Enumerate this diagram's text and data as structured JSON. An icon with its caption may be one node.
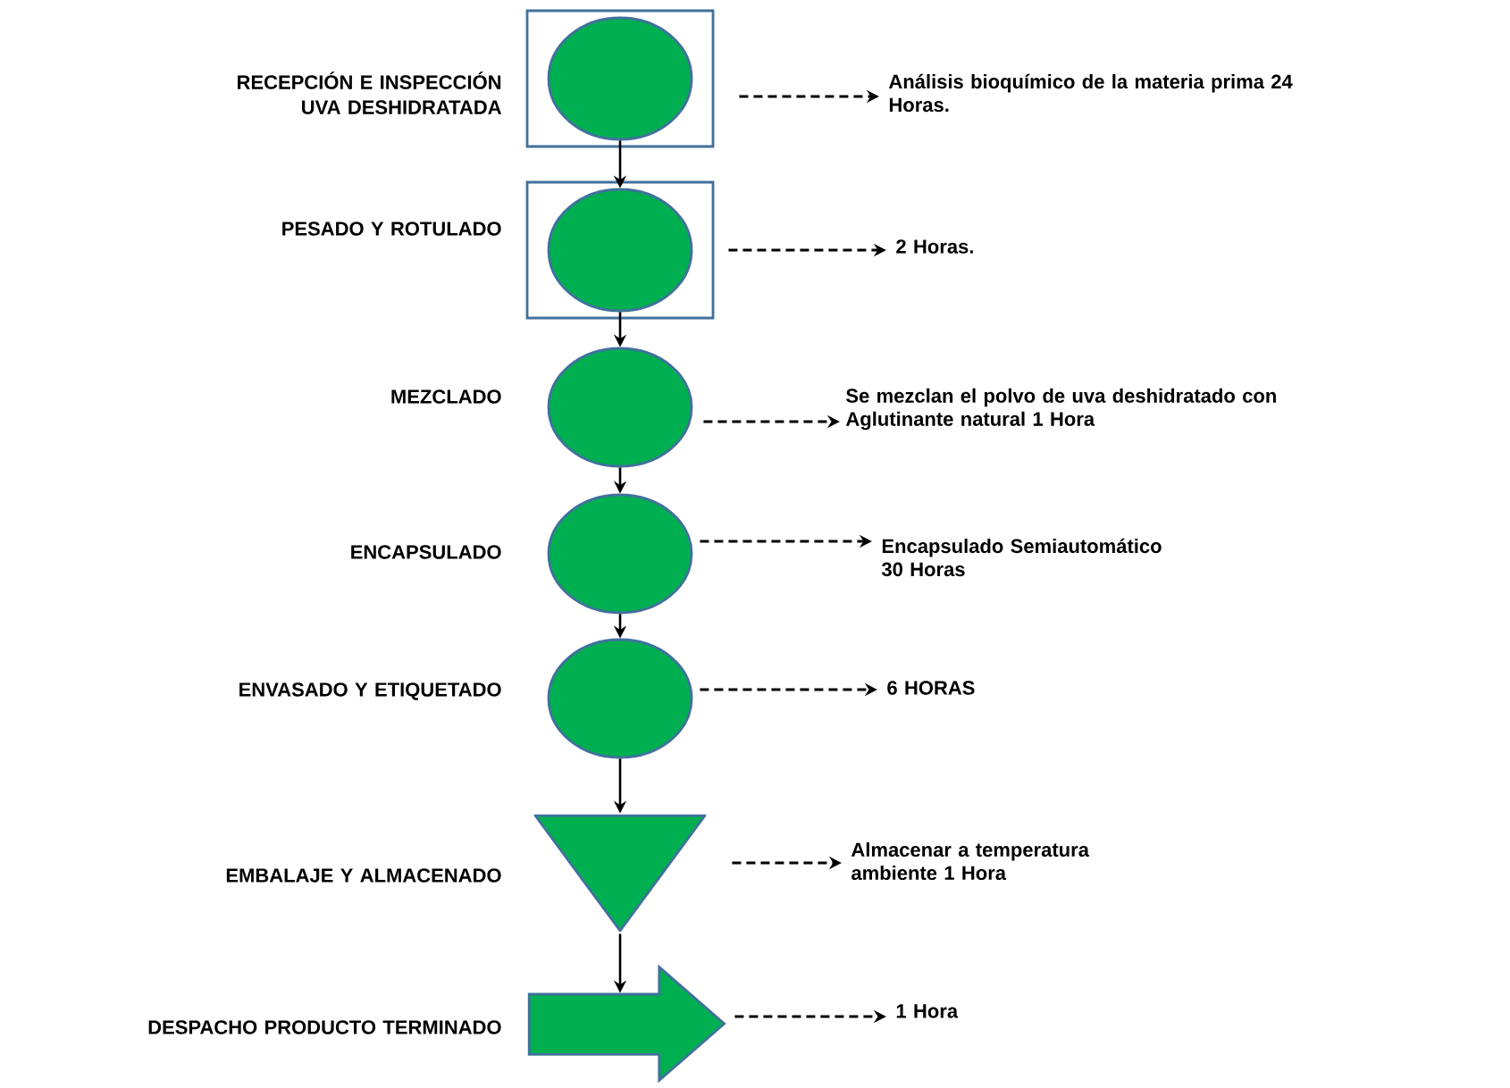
{
  "diagram": {
    "nodes": [
      {
        "text": [],
        "shape": "box",
        "beside": [
          "RECEPCIÓN E INSPECCIÓN UVA DESHIDRATADA"
        ]
      },
      {
        "text": [],
        "shape": "circle",
        "in": 0
      },
      {
        "text": [],
        "shape": "box",
        "beside": [
          "PESADO Y ROTULADO"
        ]
      },
      {
        "text": [],
        "shape": "circle",
        "in": 2
      },
      {
        "text": [],
        "shape": "circle",
        "beside": [
          "MEZCLADO"
        ]
      },
      {
        "text": [],
        "shape": "circle",
        "beside": [
          "ENCAPSULADO"
        ]
      },
      {
        "text": [],
        "shape": "circle",
        "beside": [
          "ENVASADO Y ETIQUETADO"
        ]
      },
      {
        "text": [],
        "shape": "triangle",
        "beside": [
          "EMBALAJE Y ALMACENADO"
        ]
      },
      {
        "text": [],
        "shape": "arrow",
        "beside": [
          "DESPACHO PRODUCTO TERMINADO"
        ]
      },
      {
        "text": [
          "Análisis bioquímico de la materia prima 24 Horas."
        ]
      },
      {
        "text": [
          "2 Horas."
        ]
      },
      {
        "text": [
          "Se mezclan el polvo de uva deshidratado con Aglutinante natural 1 Hora"
        ]
      },
      {
        "text": [
          "Encapsulado Semiautomático 30 Horas"
        ]
      },
      {
        "text": [
          "6 HORAS"
        ]
      },
      {
        "text": [
          "Almacenar a temperatura ambiente 1 Hora"
        ]
      },
      {
        "text": [
          "1 Hora"
        ]
      }
    ],
    "edges": [
      {
        "from": 1,
        "to": 3,
        "arrow": "to"
      },
      {
        "from": 3,
        "to": 4,
        "arrow": "to"
      },
      {
        "from": 4,
        "to": 5,
        "arrow": "to"
      },
      {
        "from": 5,
        "to": 6,
        "arrow": "to"
      },
      {
        "from": 6,
        "to": 7,
        "arrow": "to"
      },
      {
        "from": 7,
        "to": 8,
        "arrow": "to"
      },
      {
        "from": 0,
        "to": 9,
        "arrow": "to",
        "style": "dashed"
      },
      {
        "from": 2,
        "to": 10,
        "arrow": "to",
        "style": "dashed"
      },
      {
        "from": 4,
        "to": 11,
        "arrow": "to",
        "style": "dashed"
      },
      {
        "from": 5,
        "to": 12,
        "arrow": "to",
        "style": "dashed"
      },
      {
        "from": 6,
        "to": 13,
        "arrow": "to",
        "style": "dashed"
      },
      {
        "from": 7,
        "to": 14,
        "arrow": "to",
        "style": "dashed"
      },
      {
        "from": 8,
        "to": 15,
        "arrow": "to",
        "style": "dashed"
      }
    ]
  }
}
